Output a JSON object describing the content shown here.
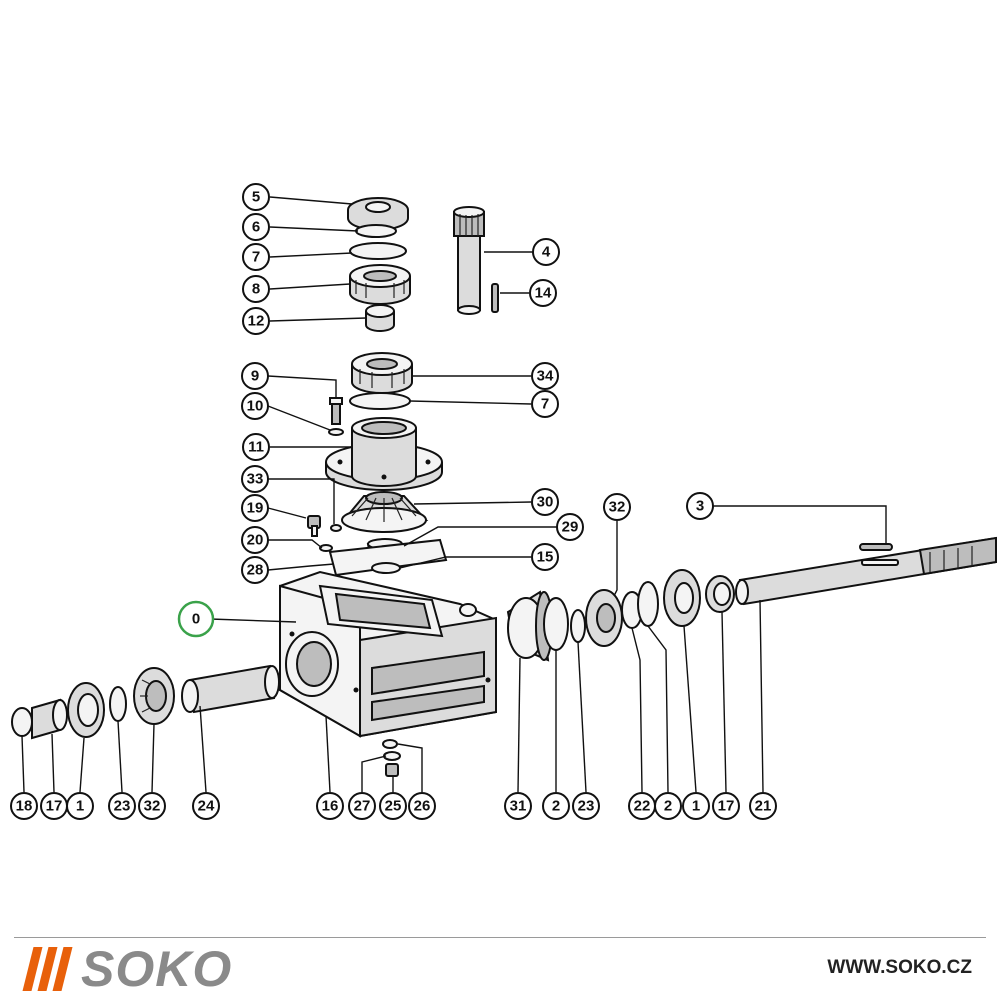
{
  "brand": {
    "name": "SOKO",
    "url": "WWW.SOKO.CZ",
    "accent_color": "#e8600a",
    "text_color": "#8a8a8a"
  },
  "highlight_color": "#3aa24a",
  "callouts": {
    "c0": "0",
    "c5": "5",
    "c6": "6",
    "c7a": "7",
    "c8": "8",
    "c12": "12",
    "c4": "4",
    "c14": "14",
    "c9": "9",
    "c10": "10",
    "c11": "11",
    "c34": "34",
    "c7b": "7",
    "c33": "33",
    "c30": "30",
    "c19": "19",
    "c29": "29",
    "c20": "20",
    "c15": "15",
    "c28": "28",
    "c32top": "32",
    "c3": "3",
    "b18": "18",
    "b17a": "17",
    "b1a": "1",
    "b23a": "23",
    "b32": "32",
    "b24": "24",
    "b16": "16",
    "b27": "27",
    "b25": "25",
    "b26": "26",
    "b31": "31",
    "b2a": "2",
    "b23b": "23",
    "b22": "22",
    "b2b": "2",
    "b1b": "1",
    "b17b": "17",
    "b21": "21"
  }
}
